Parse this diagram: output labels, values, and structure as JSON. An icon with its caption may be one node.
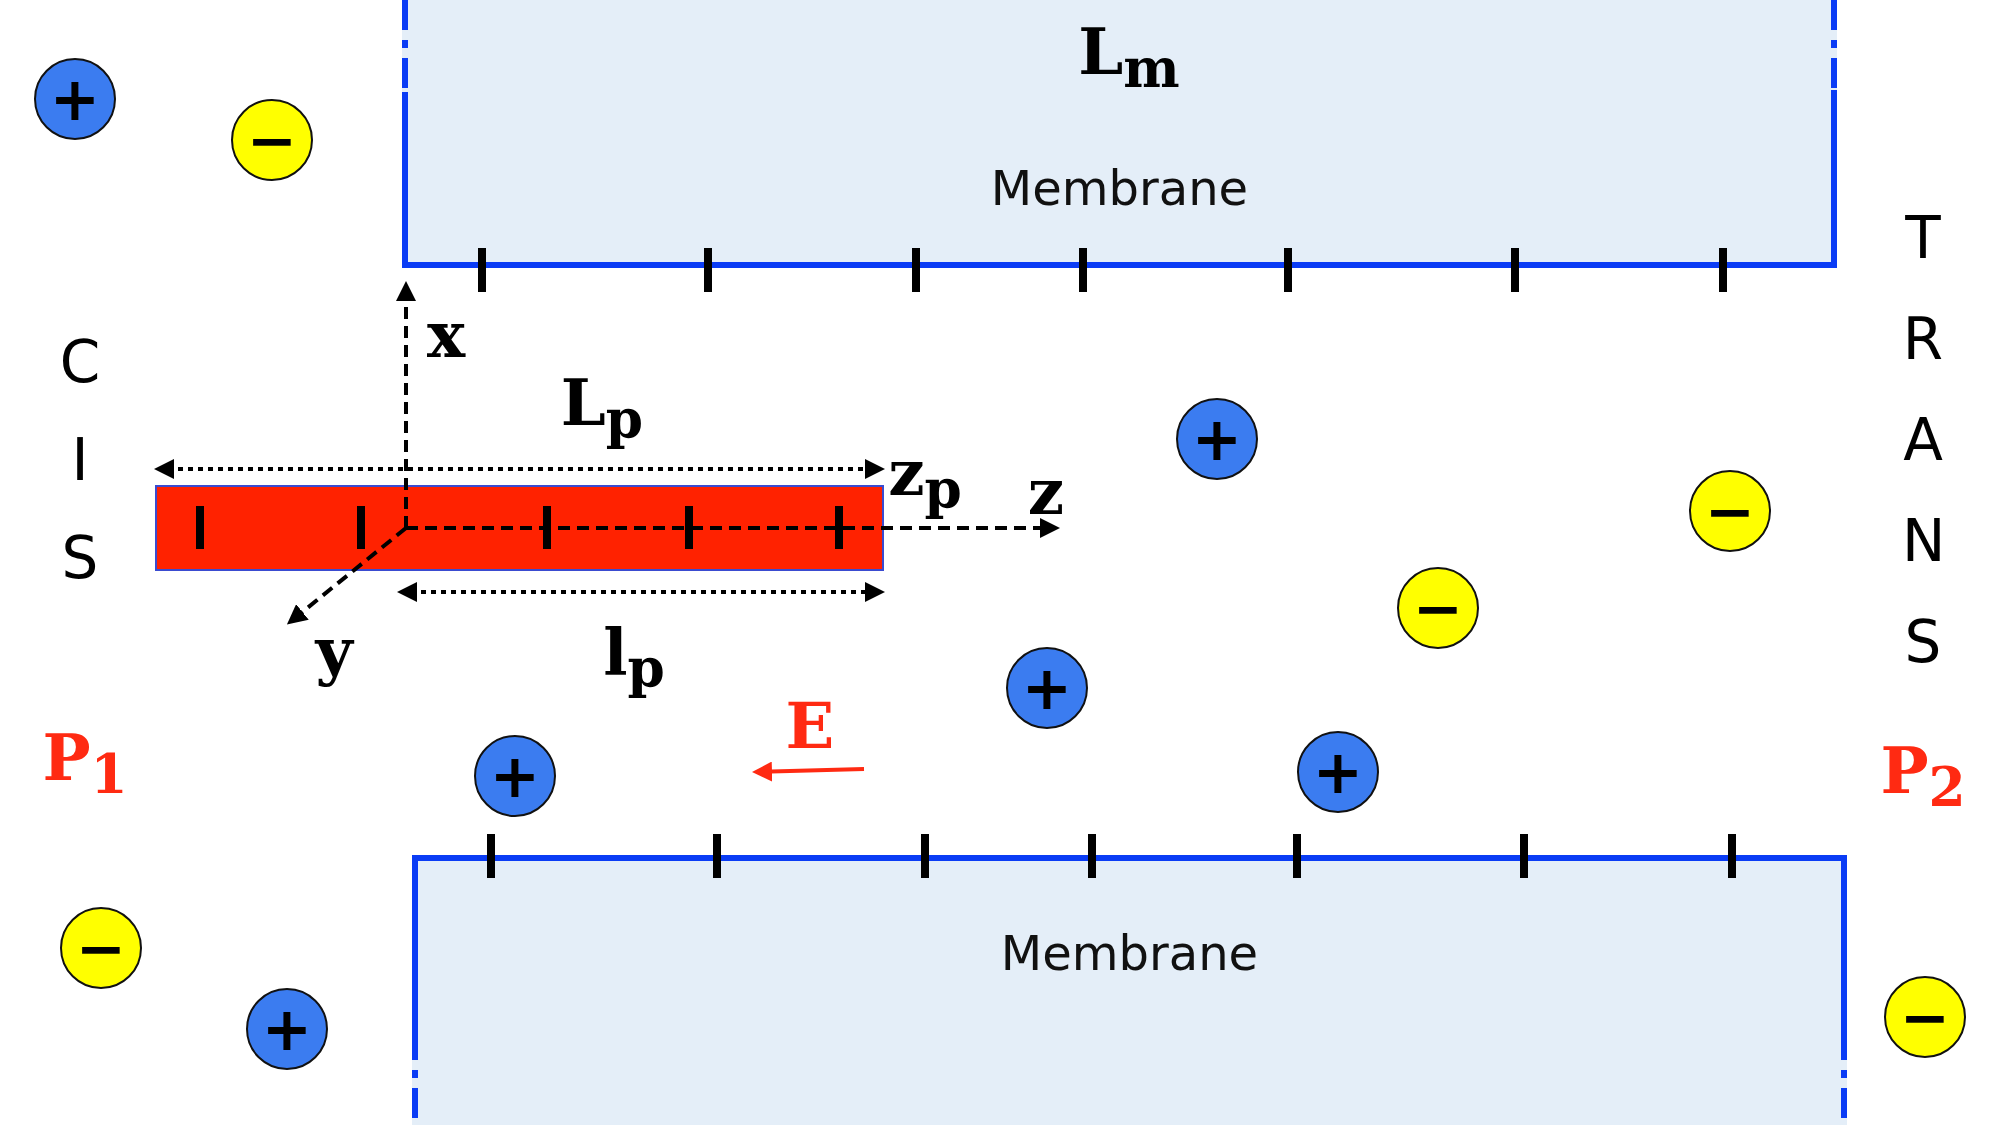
{
  "diagram": {
    "nodes": [
      {
        "text": [
          "+"
        ]
      },
      {
        "text": [
          "Membrane"
        ]
      },
      {
        "text": [
          "−"
        ]
      },
      {
        "text": [
          "+"
        ]
      },
      {
        "text": [
          "−"
        ]
      },
      {
        "text": [
          "−"
        ]
      },
      {
        "text": [
          "+"
        ]
      },
      {
        "text": [
          "+"
        ]
      },
      {
        "text": [
          "+"
        ]
      },
      {
        "text": [
          "Membrane"
        ]
      },
      {
        "text": [
          "−"
        ]
      },
      {
        "text": [
          "+"
        ]
      },
      {
        "text": [
          "−"
        ]
      }
    ],
    "labels": [
      "L$_{m}$",
      "TRANS",
      "x",
      "CIS",
      "L$_{p}$",
      "z$_{p}$",
      "z",
      "y",
      "l$_{p}$",
      "E",
      "P$_{1}$",
      "P$_{2}$"
    ]
  }
}
